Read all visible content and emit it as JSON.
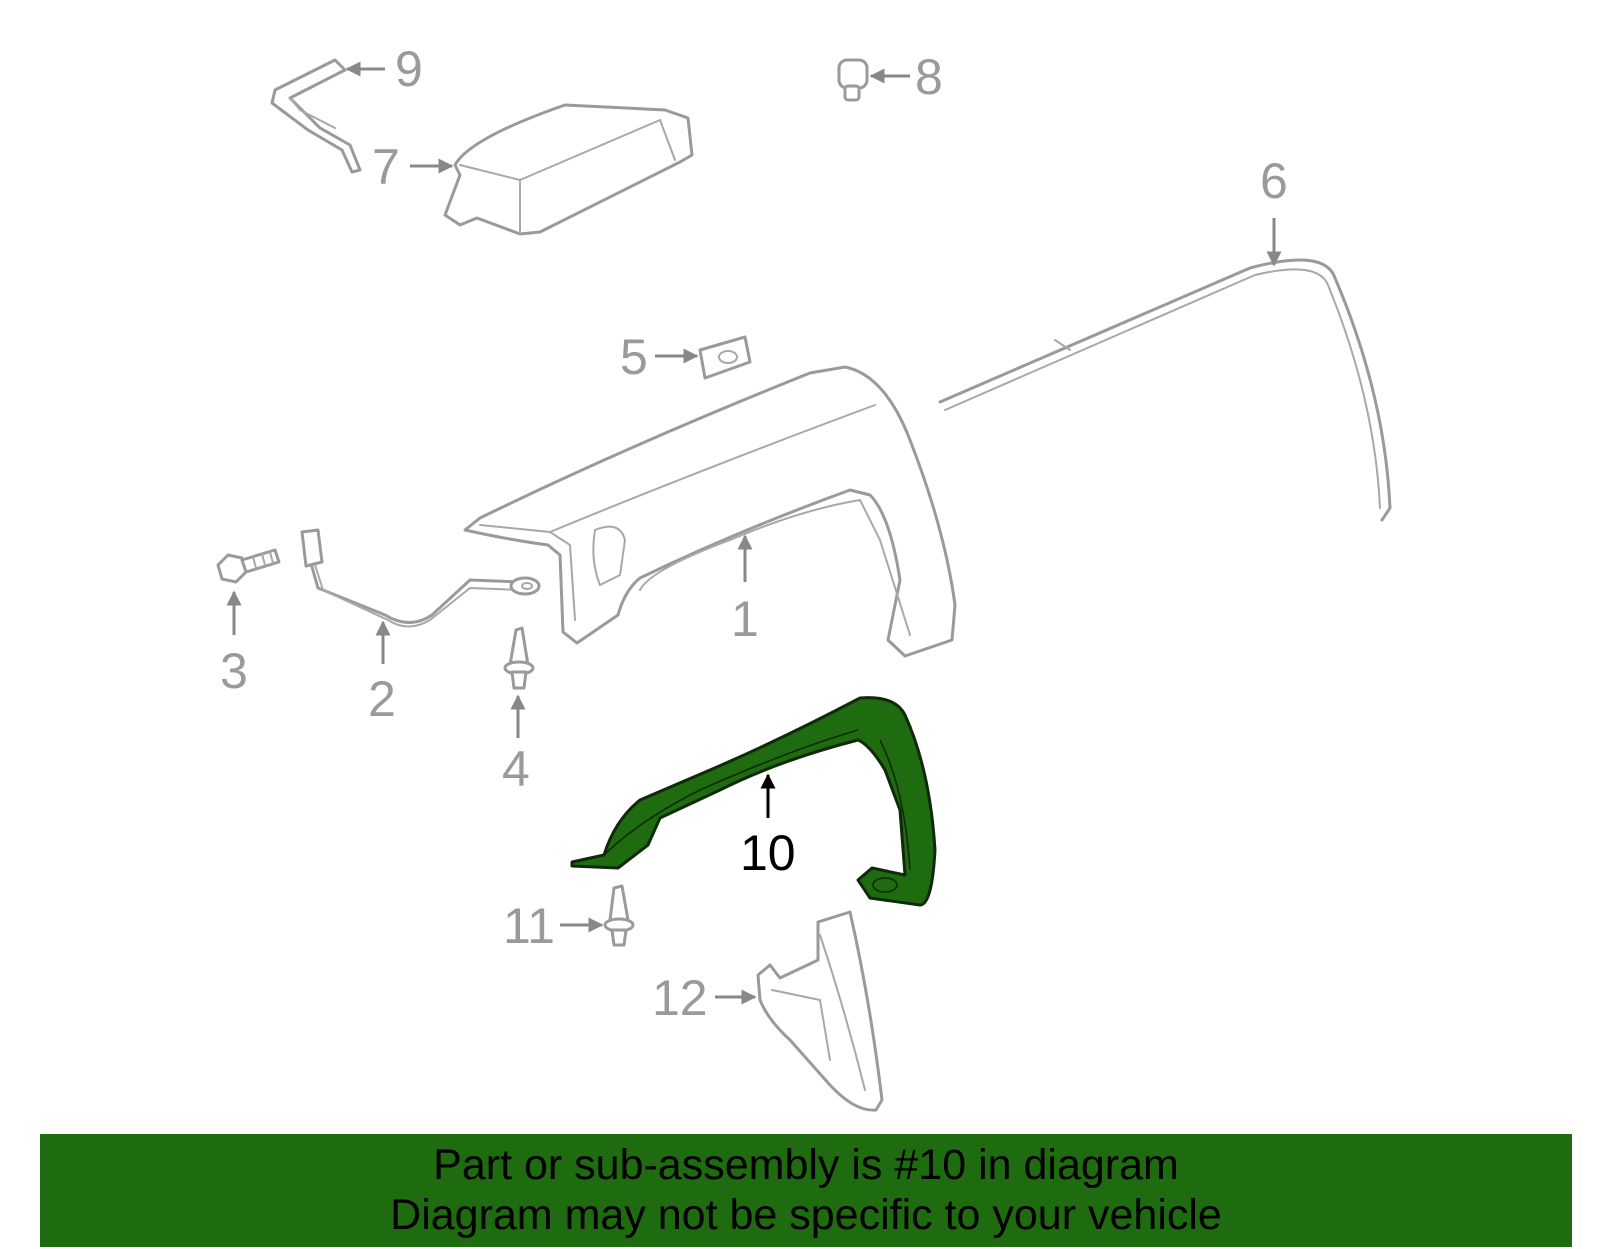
{
  "diagram": {
    "highlight_color": "#1f6b0f",
    "line_color": "#9a9a9a",
    "highlighted_part": "10",
    "callouts": {
      "c1": "1",
      "c2": "2",
      "c3": "3",
      "c4": "4",
      "c5": "5",
      "c6": "6",
      "c7": "7",
      "c8": "8",
      "c9": "9",
      "c10": "10",
      "c11": "11",
      "c12": "12"
    }
  },
  "footer": {
    "background": "#1f6b0f",
    "line1": "Part or sub-assembly is #10 in diagram",
    "line2": "Diagram may not be specific to your vehicle"
  }
}
